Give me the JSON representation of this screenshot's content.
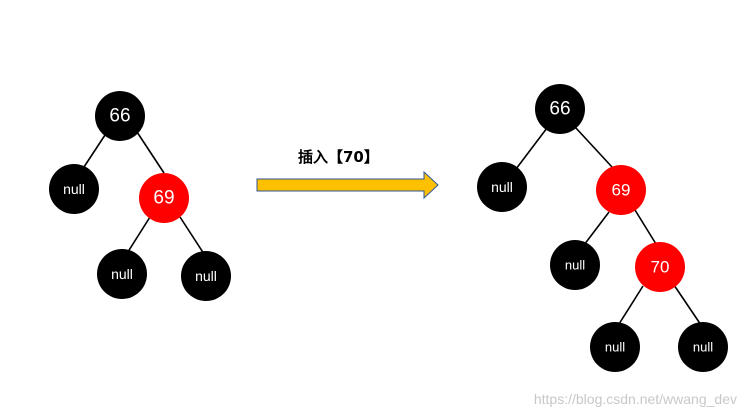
{
  "colors": {
    "black_node": "#000000",
    "red_node": "#ff0000",
    "arrow_fill": "#ffc000",
    "arrow_stroke": "#2f5597",
    "node_text": "#ffffff"
  },
  "before_tree": {
    "nodes": [
      {
        "id": "b66",
        "label": "66",
        "color": "black"
      },
      {
        "id": "bnull1",
        "label": "null",
        "color": "black"
      },
      {
        "id": "b69",
        "label": "69",
        "color": "red"
      },
      {
        "id": "bnull2",
        "label": "null",
        "color": "black"
      },
      {
        "id": "bnull3",
        "label": "null",
        "color": "black"
      }
    ]
  },
  "operation": {
    "label": "插入【70】",
    "arrow_icon": "right-arrow-icon"
  },
  "after_tree": {
    "nodes": [
      {
        "id": "a66",
        "label": "66",
        "color": "black"
      },
      {
        "id": "anull1",
        "label": "null",
        "color": "black"
      },
      {
        "id": "a69",
        "label": "69",
        "color": "red"
      },
      {
        "id": "anull2",
        "label": "null",
        "color": "black"
      },
      {
        "id": "a70",
        "label": "70",
        "color": "red"
      },
      {
        "id": "anull3",
        "label": "null",
        "color": "black"
      },
      {
        "id": "anull4",
        "label": "null",
        "color": "black"
      }
    ]
  },
  "watermark": "https://blog.csdn.net/wwang_dev"
}
